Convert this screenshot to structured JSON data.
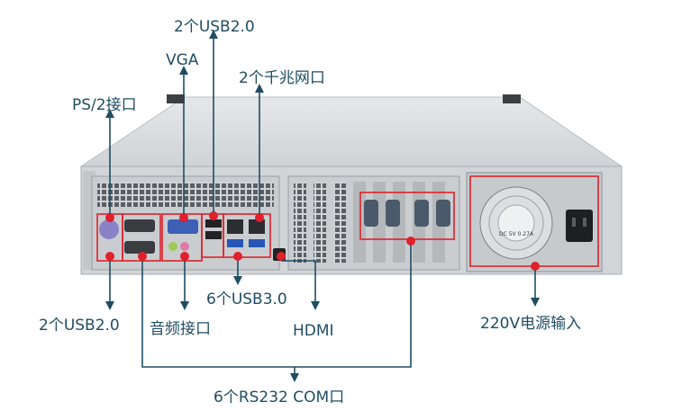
{
  "labels": {
    "usb2_top": "2个USB2.0",
    "vga": "VGA",
    "lan": "2个千兆网口",
    "ps2": "PS/2接口",
    "usb2_bottom": "2个USB2.0",
    "audio": "音频接口",
    "usb3": "6个USB3.0",
    "hdmi": "HDMI",
    "power": "220V电源输入",
    "com": "6个RS232 COM口"
  },
  "psu_label": {
    "line1": "DC 5V  0.27A"
  },
  "colors": {
    "label_text": "#1f4d63",
    "callout_line": "#1f4d63",
    "highlight_box": "#e0202a",
    "dot": "#e0202a",
    "chassis": "#d7dadd",
    "panel": "#c4c8cc"
  },
  "icons": [
    "arrow-up-icon",
    "arrow-down-icon",
    "fan-icon",
    "power-socket-icon",
    "db9-port-icon",
    "usb-port-icon",
    "rj45-port-icon",
    "vga-port-icon",
    "ps2-port-icon",
    "audio-jack-icon",
    "hdmi-port-icon"
  ]
}
